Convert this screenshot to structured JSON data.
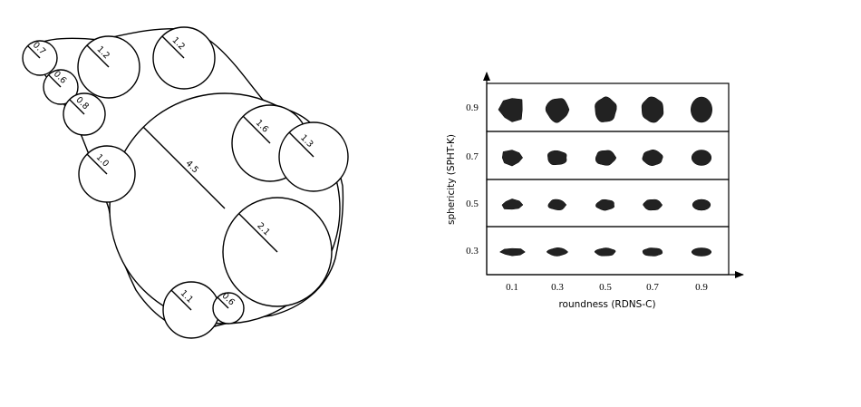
{
  "left_diagram": {
    "circle_labels": [
      "0.7",
      "0.6",
      "0.8",
      "1.2",
      "1.2",
      "1.0",
      "4.5",
      "1.6",
      "1.3",
      "2.1",
      "1.1",
      "0.6"
    ]
  },
  "right_chart": {
    "y_axis_label": "sphericity (SPHT-K)",
    "x_axis_label": "roundness (RDNS-C)",
    "rows": [
      "0.9",
      "0.7",
      "0.5",
      "0.3"
    ],
    "columns": [
      "0.1",
      "0.3",
      "0.5",
      "0.7",
      "0.9"
    ],
    "colors": {
      "shape_fill": "#222222",
      "line": "#000000"
    }
  }
}
